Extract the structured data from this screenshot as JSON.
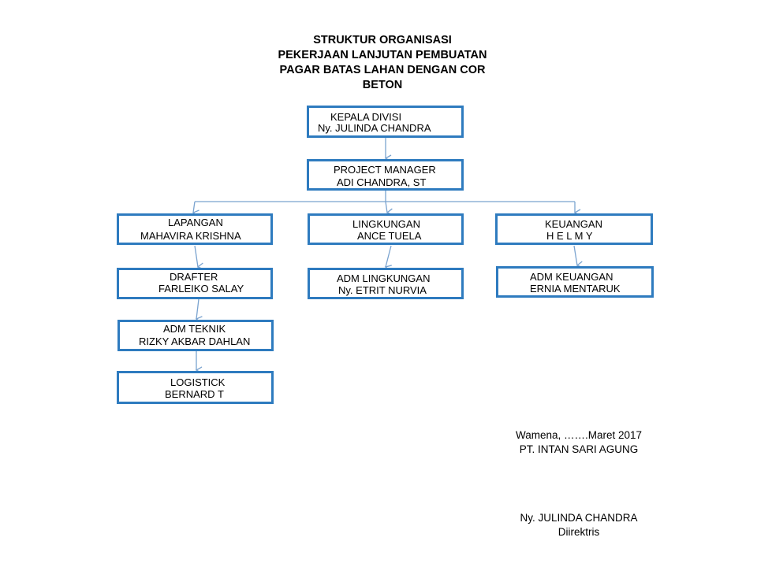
{
  "title": {
    "line1": "STRUKTUR ORGANISASI",
    "line2": "PEKERJAAN LANJUTAN PEMBUATAN",
    "line3": "PAGAR BATAS LAHAN DENGAN COR",
    "line4": "BETON"
  },
  "boxes": {
    "kepala_divisi": {
      "role": "KEPALA DIVISI",
      "name": "Ny. JULINDA CHANDRA"
    },
    "project_manager": {
      "role": "PROJECT MANAGER",
      "name": "ADI CHANDRA, ST"
    },
    "lapangan": {
      "role": "LAPANGAN",
      "name": "MAHAVIRA KRISHNA"
    },
    "lingkungan": {
      "role": "LINGKUNGAN",
      "name": "ANCE TUELA"
    },
    "keuangan": {
      "role": "KEUANGAN",
      "name": "H E L M Y"
    },
    "drafter": {
      "role": "DRAFTER",
      "name": "FARLEIKO SALAY"
    },
    "adm_lingkungan": {
      "role": "ADM LINGKUNGAN",
      "name": "Ny. ETRIT NURVIA"
    },
    "adm_keuangan": {
      "role": "ADM KEUANGAN",
      "name": "ERNIA MENTARUK"
    },
    "adm_teknik": {
      "role": "ADM TEKNIK",
      "name": "RIZKY AKBAR DAHLAN"
    },
    "logistick": {
      "role": "LOGISTICK",
      "name": "BERNARD T"
    }
  },
  "signature": {
    "place_date": "Wamena, …….Maret 2017",
    "company": "PT. INTAN SARI AGUNG",
    "signer": "Ny. JULINDA CHANDRA",
    "position": "Diirektris"
  },
  "colors": {
    "box_border": "#2e7bbf",
    "connector": "#7aa3cf"
  }
}
